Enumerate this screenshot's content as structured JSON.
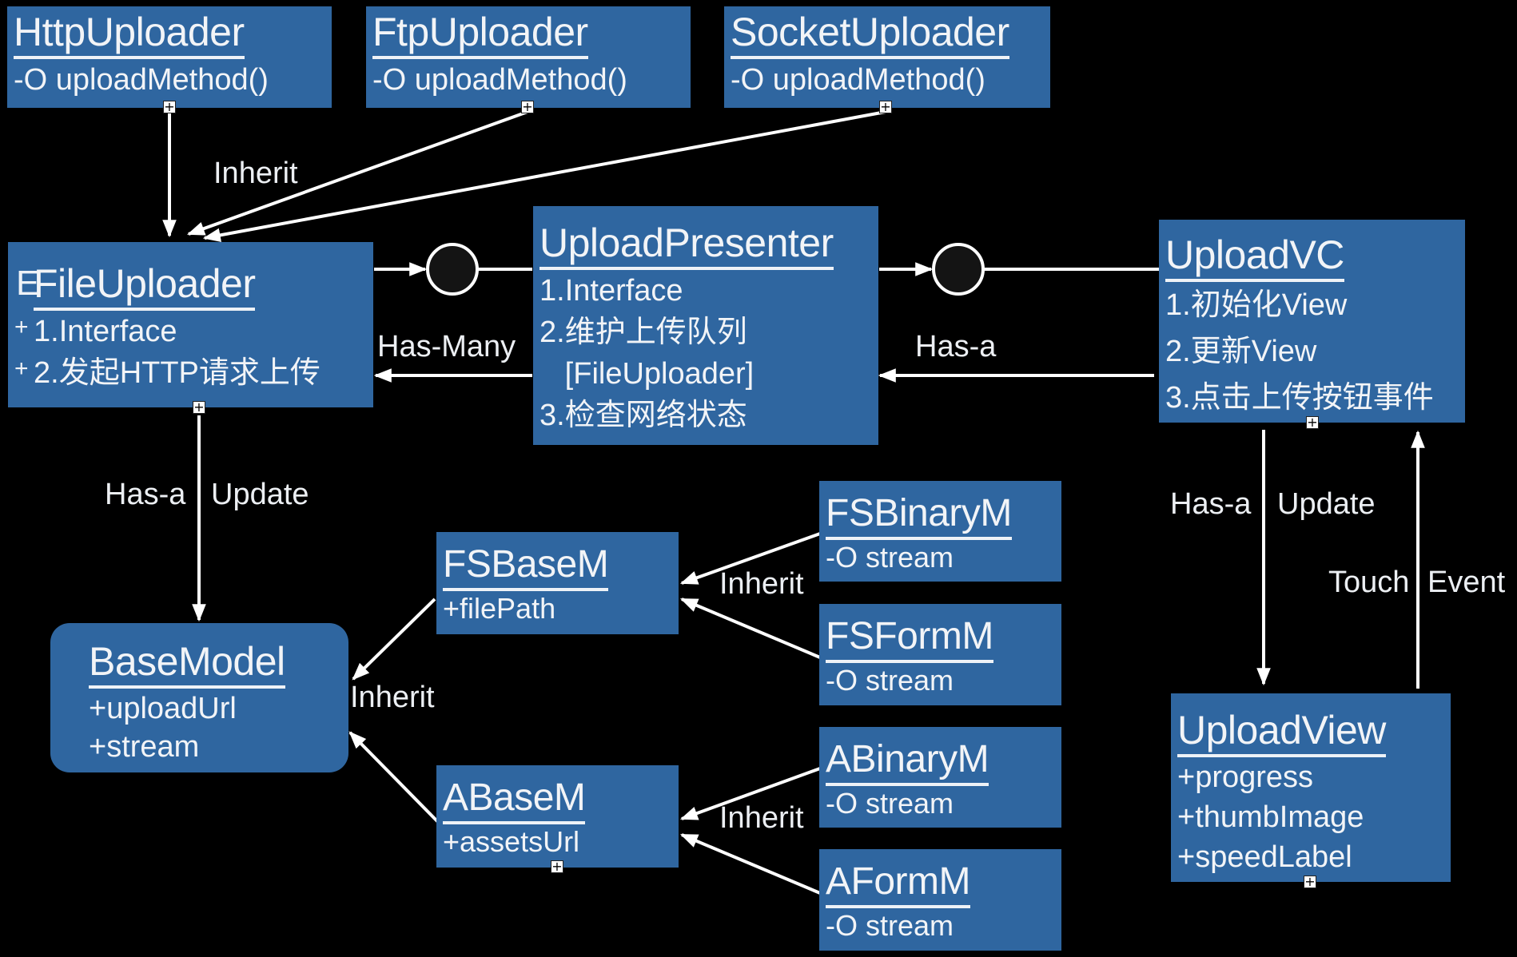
{
  "colors": {
    "background": "#000000",
    "box_fill": "#2f66a0",
    "line": "#ffffff",
    "text": "#f2f4f7"
  },
  "classes": {
    "http_uploader": {
      "title": "HttpUploader",
      "lines": [
        "-O uploadMethod()"
      ]
    },
    "ftp_uploader": {
      "title": "FtpUploader",
      "lines": [
        "-O uploadMethod()"
      ]
    },
    "socket_uploader": {
      "title": "SocketUploader",
      "lines": [
        "-O uploadMethod()"
      ]
    },
    "file_uploader": {
      "title": "FileUploader",
      "lines": [
        "1.Interface",
        "2.发起HTTP请求上传"
      ]
    },
    "upload_presenter": {
      "title": "UploadPresenter",
      "lines": [
        "1.Interface",
        "2.维护上传队列",
        "   [FileUploader]",
        "3.检查网络状态"
      ]
    },
    "upload_vc": {
      "title": "UploadVC",
      "lines": [
        "1.初始化View",
        "2.更新View",
        "3.点击上传按钮事件"
      ]
    },
    "base_model": {
      "title": "BaseModel",
      "lines": [
        "+uploadUrl",
        "+stream"
      ]
    },
    "fs_base_m": {
      "title": "FSBaseM",
      "lines": [
        "+filePath"
      ]
    },
    "a_base_m": {
      "title": "ABaseM",
      "lines": [
        "+assetsUrl"
      ]
    },
    "fs_binary_m": {
      "title": "FSBinaryM",
      "lines": [
        "-O stream"
      ]
    },
    "fs_form_m": {
      "title": "FSFormM",
      "lines": [
        "-O stream"
      ]
    },
    "a_binary_m": {
      "title": "ABinaryM",
      "lines": [
        "-O stream"
      ]
    },
    "a_form_m": {
      "title": "AFormM",
      "lines": [
        "-O stream"
      ]
    },
    "upload_view": {
      "title": "UploadView",
      "lines": [
        "+progress",
        "+thumbImage",
        "+speedLabel"
      ]
    }
  },
  "labels": {
    "inherit_top": "Inherit",
    "has_many": "Has-Many",
    "has_a_presenter": "Has-a",
    "has_a_left": "Has-a",
    "update_left": "Update",
    "has_a_right": "Has-a",
    "update_right": "Update",
    "touch": "Touch",
    "event": "Event",
    "inherit_base": "Inherit",
    "inherit_fs": "Inherit",
    "inherit_a": "Inherit"
  },
  "fragments": {
    "cut_e": "E",
    "cut_dash": "-",
    "cut_plus1": "+",
    "cut_plus2": "+"
  },
  "expand_glyph": "+"
}
